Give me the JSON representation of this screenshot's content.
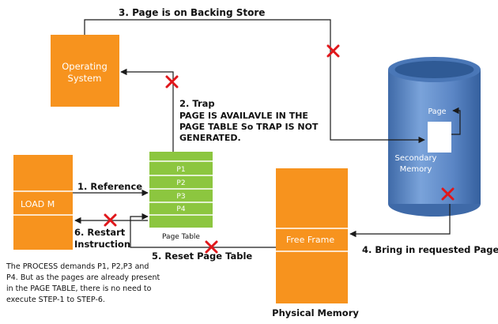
{
  "steps": {
    "step1": "1. Reference",
    "step2": "2. Trap",
    "step3": "3. Page is on Backing Store",
    "step4": "4. Bring in requested Page",
    "step5": "5. Reset Page Table",
    "step6_line1": "6. Restart",
    "step6_line2": "Instruction"
  },
  "boxes": {
    "os_line1": "Operating",
    "os_line2": "System",
    "load_m": "LOAD M",
    "free_frame": "Free Frame"
  },
  "page_table": {
    "caption": "Page Table",
    "entries": [
      "P1",
      "P2",
      "P3",
      "P4"
    ]
  },
  "disk": {
    "page_label": "Page",
    "secondary_line1": "Secondary",
    "secondary_line2": "Memory"
  },
  "physical_memory_label": "Physical Memory",
  "trap_note": [
    "PAGE IS AVAILAVLE  IN THE",
    "PAGE TABLE So TRAP IS NOT",
    "GENERATED."
  ],
  "process_note": [
    "The PROCESS demands P1, P2,P3 and",
    "P4. But as the pages are already present",
    "in the PAGE TABLE, there is no need to",
    "execute STEP-1 to STEP-6."
  ],
  "colors": {
    "orange": "#f7931e",
    "green": "#8cc63f",
    "cylinder": "#5b86c5",
    "x_mark": "#e0171b"
  }
}
